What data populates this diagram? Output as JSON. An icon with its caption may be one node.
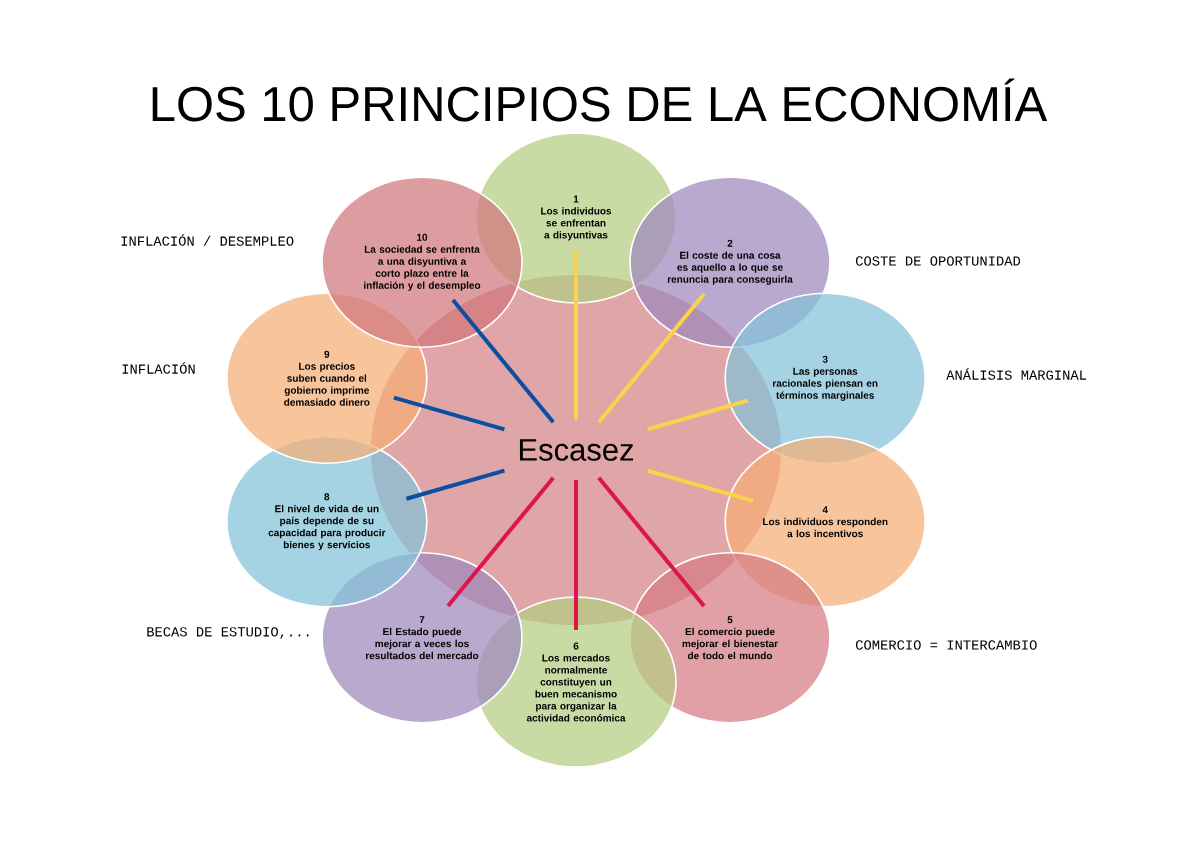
{
  "diagram": {
    "title": "LOS 10 PRINCIPIOS DE LA ECONOMÍA",
    "nodes": [
      {
        "text": [
          "Escasez"
        ]
      },
      {
        "text": [
          "1",
          "Los individuos se enfrentan a disyuntivas"
        ]
      },
      {
        "text": [
          "2",
          "El coste de una cosa es aquello a lo que se renuncia para conseguirla"
        ],
        "beside": [
          "COSTE DE OPORTUNIDAD"
        ]
      },
      {
        "text": [
          "3",
          "Las personas racionales piensan en términos marginales"
        ],
        "beside": [
          "ANÁLISIS MARGINAL"
        ]
      },
      {
        "text": [
          "4",
          "Los individuos responden a los incentivos"
        ]
      },
      {
        "text": [
          "5",
          "El comercio puede mejorar el bienestar de todo el mundo"
        ],
        "beside": [
          "COMERCIO = INTERCAMBIO"
        ]
      },
      {
        "text": [
          "6",
          "Los mercados normalmente constituyen un buen mecanismo para organizar la actividad económica"
        ]
      },
      {
        "text": [
          "7",
          "El Estado puede mejorar a veces los resultados del mercado"
        ],
        "beside": [
          "BECAS DE ESTUDIO,..."
        ]
      },
      {
        "text": [
          "8",
          "El nivel de vida de un país depende de su capacidad para producir bienes y servicios"
        ]
      },
      {
        "text": [
          "9",
          "Los precios suben cuando el gobierno imprime demasiado dinero"
        ],
        "beside": [
          "INFLACIÓN"
        ]
      },
      {
        "text": [
          "10",
          "La sociedad se enfrenta a una disyuntiva a corto plazo entre la inflación y el desempleo"
        ],
        "beside": [
          "INFLACIÓN / DESEMPLEO"
        ]
      }
    ],
    "edges": [
      {
        "from": 0,
        "to": 1,
        "arrow": "none",
        "color": "#f9d44a"
      },
      {
        "from": 0,
        "to": 2,
        "arrow": "none",
        "color": "#f9d44a"
      },
      {
        "from": 0,
        "to": 3,
        "arrow": "none",
        "color": "#f9d44a"
      },
      {
        "from": 0,
        "to": 4,
        "arrow": "none",
        "color": "#f9d44a"
      },
      {
        "from": 0,
        "to": 5,
        "arrow": "none",
        "color": "#dc1450"
      },
      {
        "from": 0,
        "to": 6,
        "arrow": "none",
        "color": "#dc1450"
      },
      {
        "from": 0,
        "to": 7,
        "arrow": "none",
        "color": "#dc1450"
      },
      {
        "from": 0,
        "to": 8,
        "arrow": "none",
        "color": "#0b4ea2"
      },
      {
        "from": 0,
        "to": 9,
        "arrow": "none",
        "color": "#0b4ea2"
      },
      {
        "from": 0,
        "to": 10,
        "arrow": "none",
        "color": "#0b4ea2"
      }
    ]
  }
}
